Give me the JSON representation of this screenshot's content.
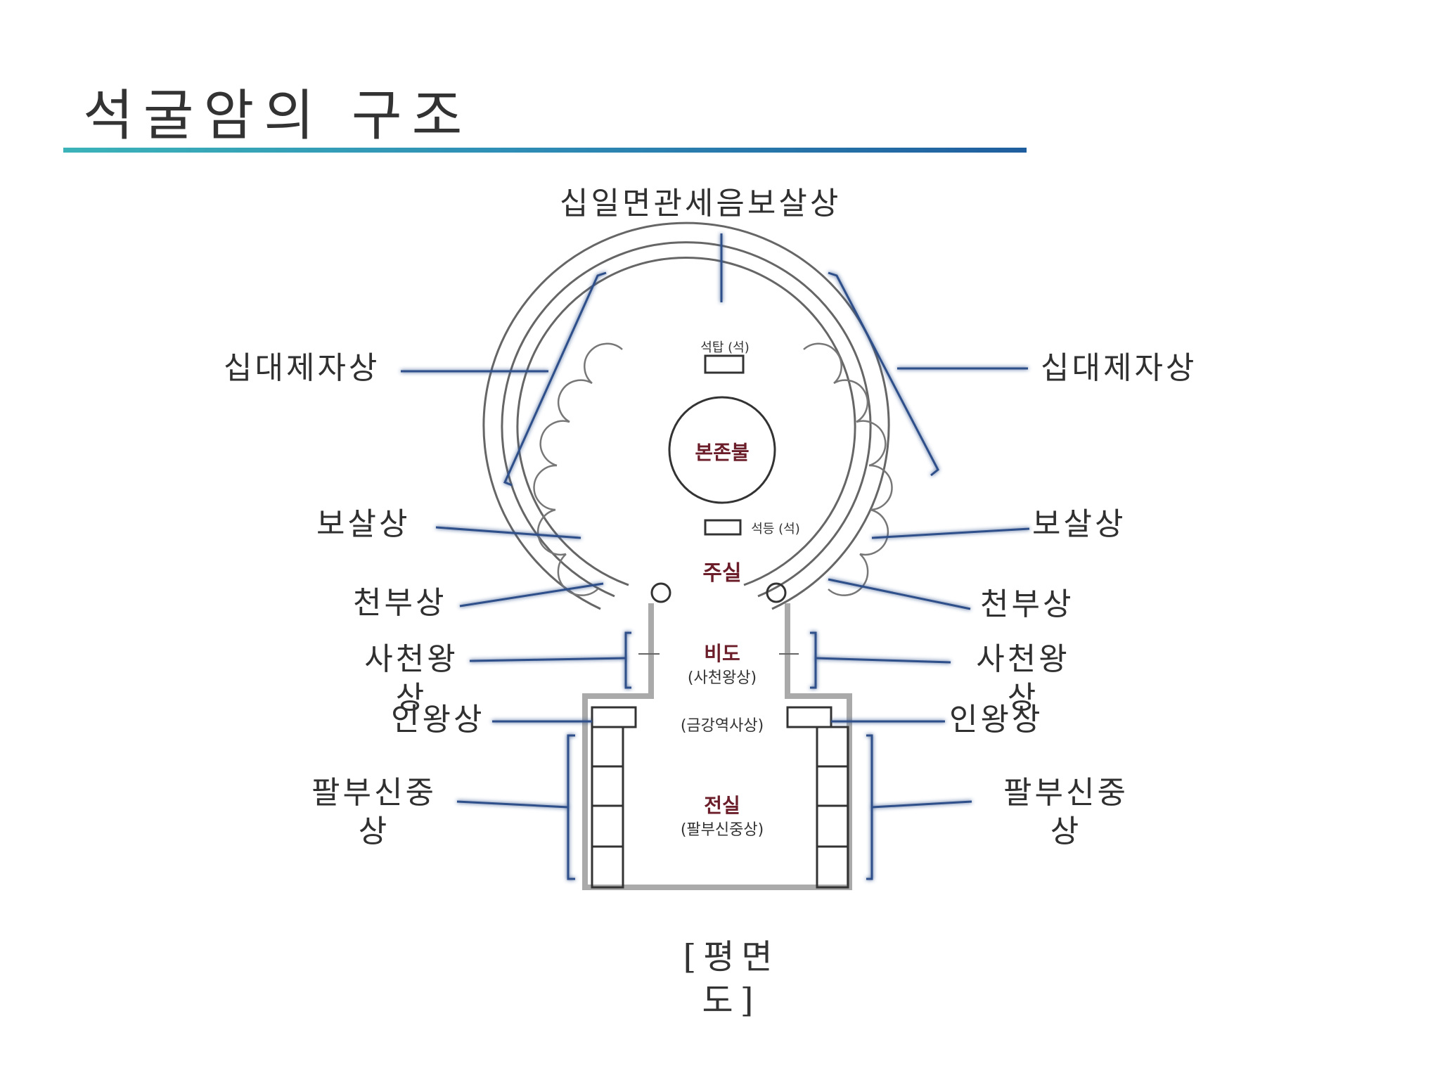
{
  "title": "석굴암의 구조",
  "labels": {
    "top": "십일면관세음보살상",
    "disciples_left": "십대제자상",
    "disciples_right": "십대제자상",
    "bodhisattva_left": "보살상",
    "bodhisattva_right": "보살상",
    "heavenly_left": "천부상",
    "heavenly_right": "천부상",
    "four_kings_left": "사천왕상",
    "four_kings_right": "사천왕상",
    "guardian_left": "인왕상",
    "guardian_right": "인왕상",
    "eight_left": "팔부신중상",
    "eight_right": "팔부신중상"
  },
  "inner": {
    "main_buddha": "본존불",
    "main_hall": "주실",
    "corridor": "비도",
    "corridor_sub": "(사천왕상)",
    "guardian_sub": "(금강역사상)",
    "front_hall": "전실",
    "front_sub": "(팔부신중상)",
    "stone_top": "석탑 (석)",
    "stone_bottom": "석등 (석)"
  },
  "caption": "[평면도]",
  "colors": {
    "rule_start": "#3bb3b8",
    "rule_end": "#1f5e9e",
    "leader": "#2d4f8a",
    "outline": "#666666",
    "inner_text": "#6b1e2a"
  }
}
